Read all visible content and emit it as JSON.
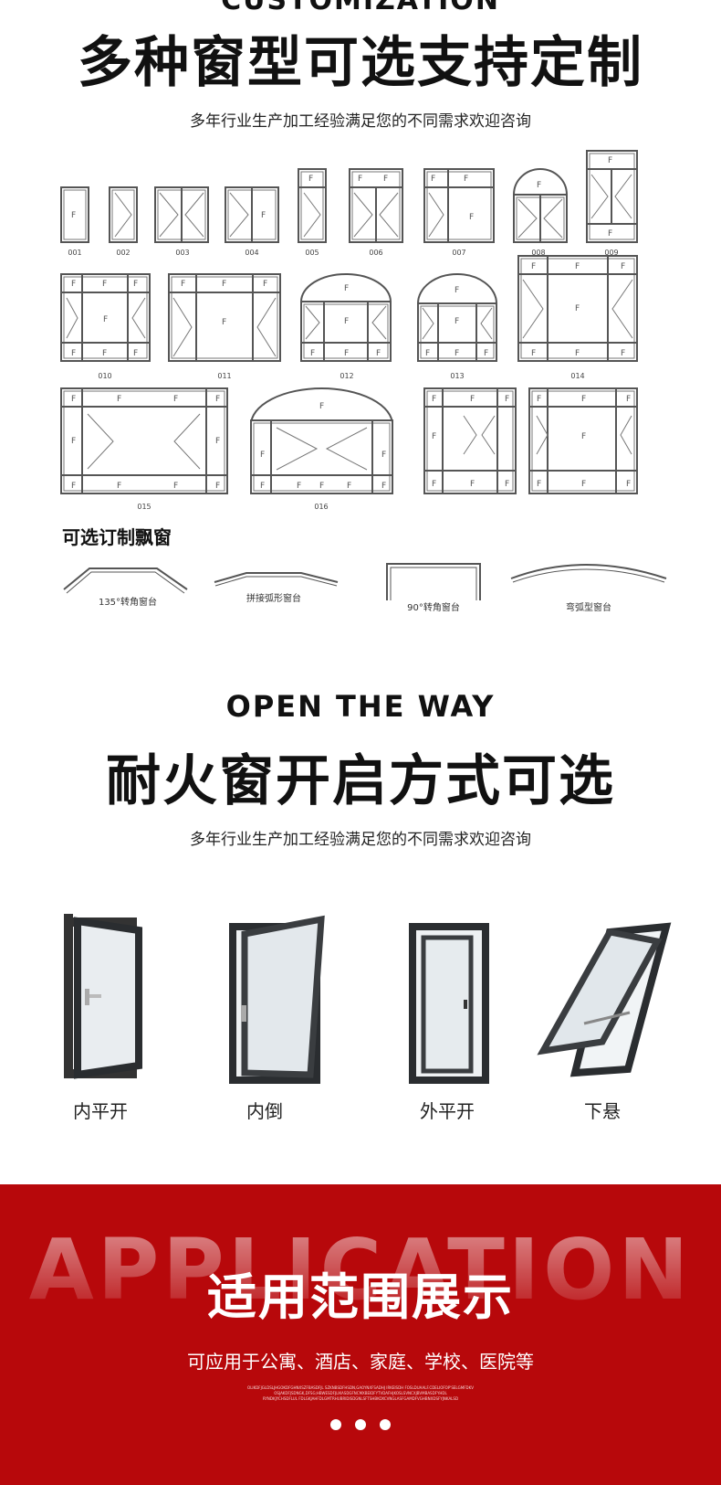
{
  "customization": {
    "en_title": "CUSTOMIZATION",
    "cn_title": "多种窗型可选支持定制",
    "subtitle": "多年行业生产加工经验满足您的不同需求欢迎咨询",
    "window_codes": [
      "001",
      "002",
      "003",
      "004",
      "005",
      "006",
      "007",
      "008",
      "009",
      "010",
      "011",
      "012",
      "013",
      "014",
      "015",
      "016"
    ],
    "pane_mark": "F",
    "bay_title": "可选订制飘窗",
    "bay_types": [
      "135°转角窗台",
      "拼接弧形窗台",
      "90°转角窗台",
      "弯弧型窗台"
    ]
  },
  "open_way": {
    "en_title": "OPEN THE WAY",
    "cn_title": "耐火窗开启方式可选",
    "subtitle": "多年行业生产加工经验满足您的不同需求欢迎咨询",
    "options": [
      "内平开",
      "内倒",
      "外平开",
      "下悬"
    ]
  },
  "application": {
    "watermark": "APPLICATION",
    "cn_title": "适用范围展示",
    "subtitle": "可应用于公寓、酒店、家庭、学校、医院等",
    "small_text_1": "OLIKDFJGLDSLJHGOKDFGHNXSZFBASDFJL SZKNBSDFHSDN,GAOYNXFSADHJ IRKEISDH FOSLDUAALF.CDELIOFOP'SELGMFDKV",
    "small_text_2": "OSJAKDFJSDNGK,DFSG;HBWESDFJLIKASDGFNCMXBEIDFYTVDAFHJKOSLSVNCXJBVMBASDFYHDL",
    "small_text_3": "RYNDKJYCHSDFLUL FDLGKJAHFDLGMTRHUBRIDISDGNLSFTSHBKOXCVNGLASFGAMDFVGHBNXDSFYJNKALSD",
    "colors": {
      "band": "#b7080b",
      "text": "#ffffff"
    }
  }
}
